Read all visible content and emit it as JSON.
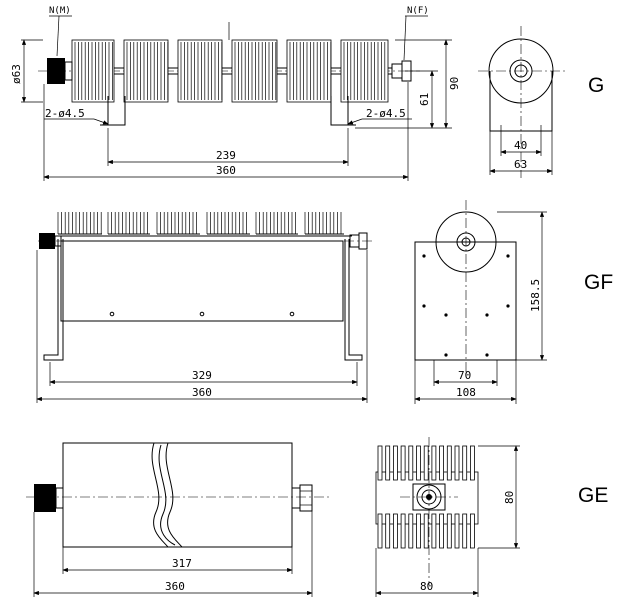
{
  "views": {
    "g": {
      "model": "G",
      "connector_left": "N(M)",
      "connector_right": "N(F)",
      "dia_label": "ø63",
      "hole_left": "2-ø4.5",
      "hole_right": "2-ø4.5",
      "dim_mount": "239",
      "dim_total": "360",
      "dim_61": "61",
      "dim_90": "90",
      "side_dim_40": "40",
      "side_dim_63": "63"
    },
    "gf": {
      "model": "GF",
      "dim_329": "329",
      "dim_360": "360",
      "side_dim_70": "70",
      "side_dim_108": "108",
      "side_dim_height": "158.5"
    },
    "ge": {
      "model": "GE",
      "dim_317": "317",
      "dim_360": "360",
      "side_dim_80w": "80",
      "side_dim_80h": "80"
    }
  }
}
